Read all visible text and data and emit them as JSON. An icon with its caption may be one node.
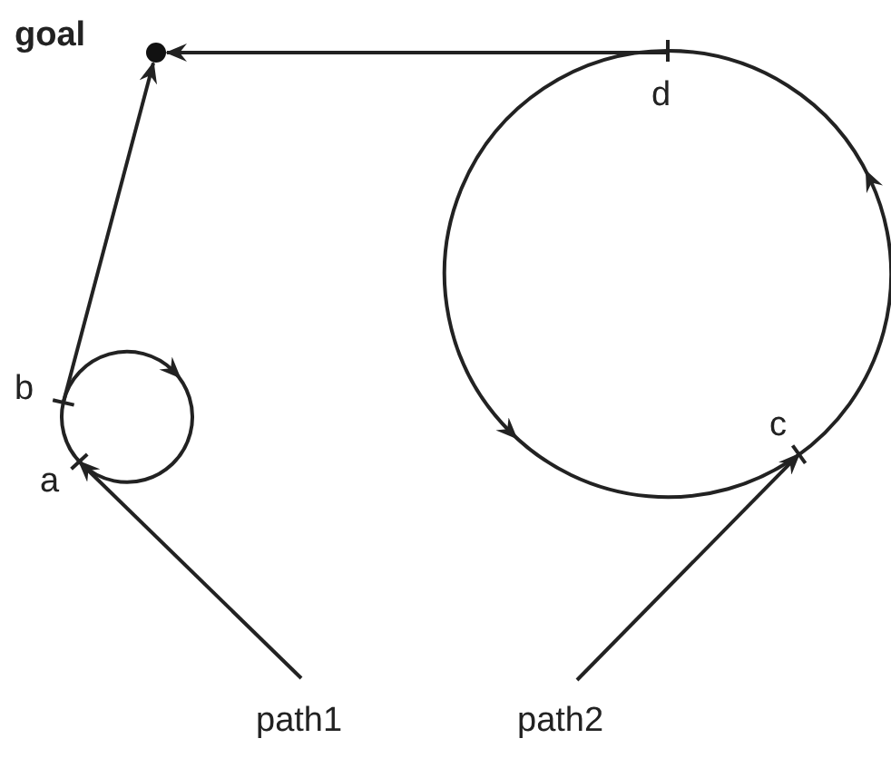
{
  "diagram": {
    "nodes": [
      {
        "text": [
          "goal"
        ]
      },
      {
        "text": [],
        "shape": "circle"
      },
      {
        "text": [],
        "shape": "circle"
      },
      {
        "text": [
          "path1"
        ]
      },
      {
        "text": [
          "path2"
        ]
      }
    ],
    "edges": [
      {
        "from": 3,
        "to": 1,
        "arrow": "to"
      },
      {
        "from": 1,
        "to": 0,
        "arrow": "to"
      },
      {
        "from": 4,
        "to": 2,
        "arrow": "to"
      },
      {
        "from": 2,
        "to": 0,
        "arrow": "to"
      }
    ],
    "labels": [
      "d",
      "b",
      "c",
      "a"
    ]
  }
}
